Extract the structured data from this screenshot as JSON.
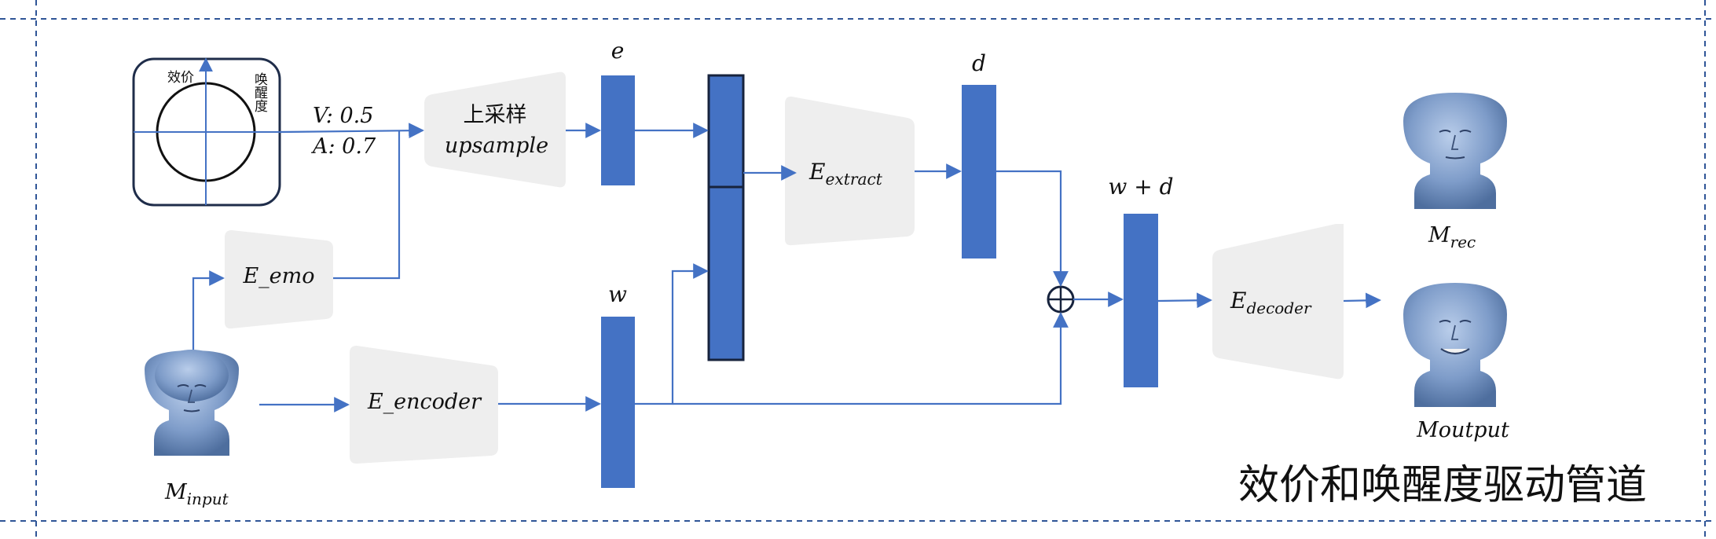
{
  "colors": {
    "block": "#4472C4",
    "arrow": "#4472C4",
    "module": "#EEEEEE",
    "frame": "#2F5597",
    "face": "#7E9CC9"
  },
  "va_panel": {
    "valence_label": "效价",
    "arousal_label": "唤醒度",
    "v_value": "V: 0.5",
    "a_value": "A: 0.7"
  },
  "modules": {
    "upsample_cn": "上采样",
    "upsample_en": "upsample",
    "e_emo": "E_emo",
    "e_encoder": "E_encoder",
    "e_extract": {
      "base": "E",
      "sub": "extract"
    },
    "e_decoder": {
      "base": "E",
      "sub": "decoder"
    }
  },
  "vectors": {
    "e": "e",
    "w": "w",
    "d": "d",
    "w_plus_d": "w + d"
  },
  "faces": {
    "input": {
      "base": "M",
      "sub": "input"
    },
    "rec": {
      "base": "M",
      "sub": "rec"
    },
    "output": "Moutput"
  },
  "title": "效价和唤醒度驱动管道"
}
